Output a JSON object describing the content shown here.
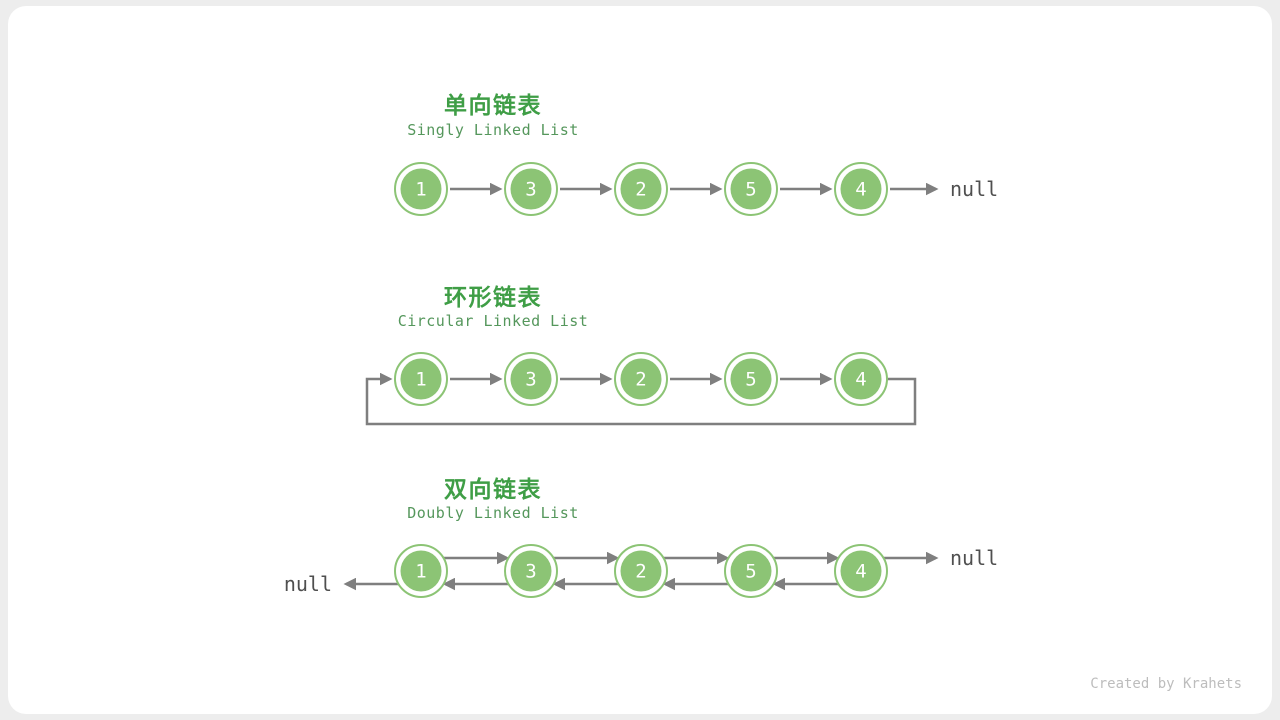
{
  "colors": {
    "background": "#ededed",
    "card": "#ffffff",
    "node_green": "#8cc475",
    "arrow": "#7f7f7f",
    "null_text": "#4f4f4f",
    "title_zh": "#3f9e46",
    "title_en": "#55975c",
    "footer": "#bdbdbd"
  },
  "sections": [
    {
      "type": "singly",
      "title_zh": "单向链表",
      "title_en": "Singly Linked List",
      "values": [
        1,
        3,
        2,
        5,
        4
      ],
      "null_right": "null"
    },
    {
      "type": "circular",
      "title_zh": "环形链表",
      "title_en": "Circular Linked List",
      "values": [
        1,
        3,
        2,
        5,
        4
      ]
    },
    {
      "type": "doubly",
      "title_zh": "双向链表",
      "title_en": "Doubly Linked List",
      "values": [
        1,
        3,
        2,
        5,
        4
      ],
      "null_left": "null",
      "null_right": "null"
    }
  ],
  "footer": {
    "credit": "Created by Krahets"
  }
}
